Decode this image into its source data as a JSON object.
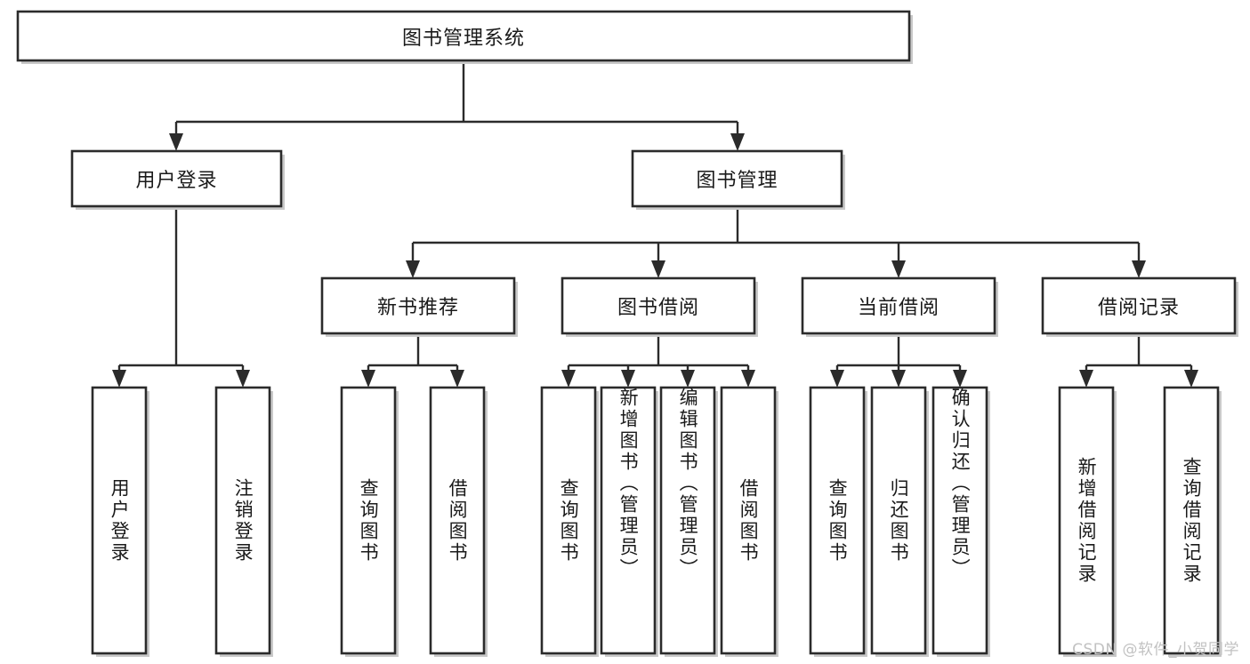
{
  "diagram": {
    "type": "tree",
    "title": "图书管理系统",
    "orientation": "top-down",
    "watermark": "CSDN @软件_小贺同学",
    "colors": {
      "box_stroke": "#2b2b2b",
      "box_fill": "#ffffff",
      "edge": "#2b2b2b",
      "background": "#ffffff",
      "watermark": "#c2c2c2"
    },
    "root": {
      "label": "图书管理系统"
    },
    "level1": [
      {
        "label": "用户登录"
      },
      {
        "label": "图书管理"
      }
    ],
    "level2": [
      {
        "label": "新书推荐"
      },
      {
        "label": "图书借阅"
      },
      {
        "label": "当前借阅"
      },
      {
        "label": "借阅记录"
      }
    ],
    "leaves": {
      "user_login": [
        {
          "label": "用户登录"
        },
        {
          "label": "注销登录"
        }
      ],
      "new_book_recommend": [
        {
          "label": "查询图书"
        },
        {
          "label": "借阅图书"
        }
      ],
      "book_borrow": [
        {
          "label": "查询图书"
        },
        {
          "label": "新增图书（管理员）"
        },
        {
          "label": "编辑图书（管理员）"
        },
        {
          "label": "借阅图书"
        }
      ],
      "current_borrow": [
        {
          "label": "查询图书"
        },
        {
          "label": "归还图书"
        },
        {
          "label": "确认归还（管理员）"
        }
      ],
      "borrow_record": [
        {
          "label": "新增借阅记录"
        },
        {
          "label": "查询借阅记录"
        }
      ]
    }
  }
}
